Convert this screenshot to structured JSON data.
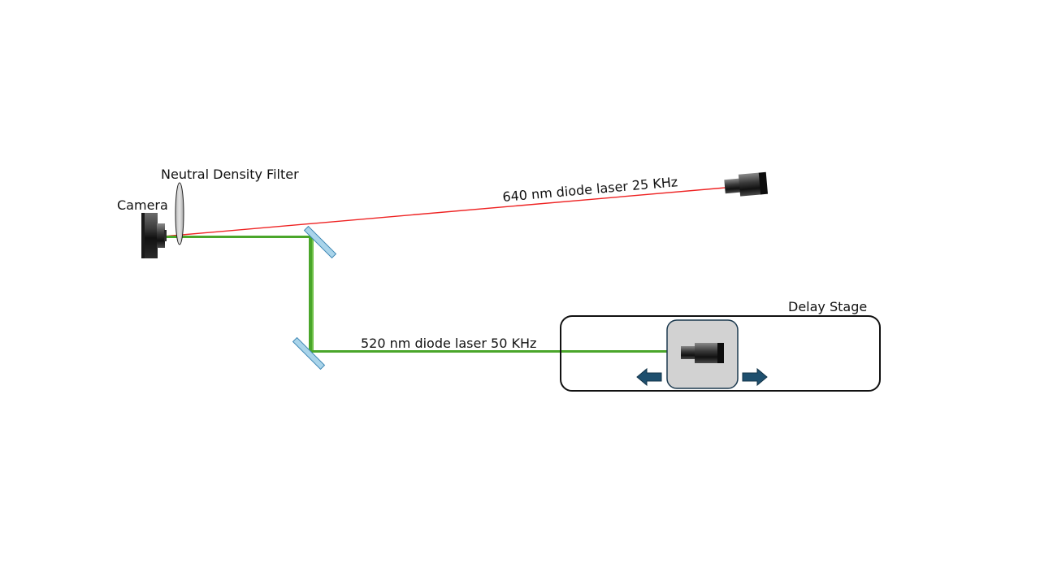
{
  "labels": {
    "neutral_density_filter": "Neutral Density Filter",
    "camera": "Camera",
    "laser_640": "640 nm diode laser 25 KHz",
    "laser_520": "520 nm diode laser 50 KHz",
    "delay_stage": "Delay Stage"
  },
  "colors": {
    "red_beam": "#ee2222",
    "green_beam": "#4aa62a",
    "mirror_fill": "#a9d4ea",
    "mirror_stroke": "#3d86b3",
    "arrow_fill": "#1e4f6e",
    "carriage_fill": "#d2d2d2"
  }
}
